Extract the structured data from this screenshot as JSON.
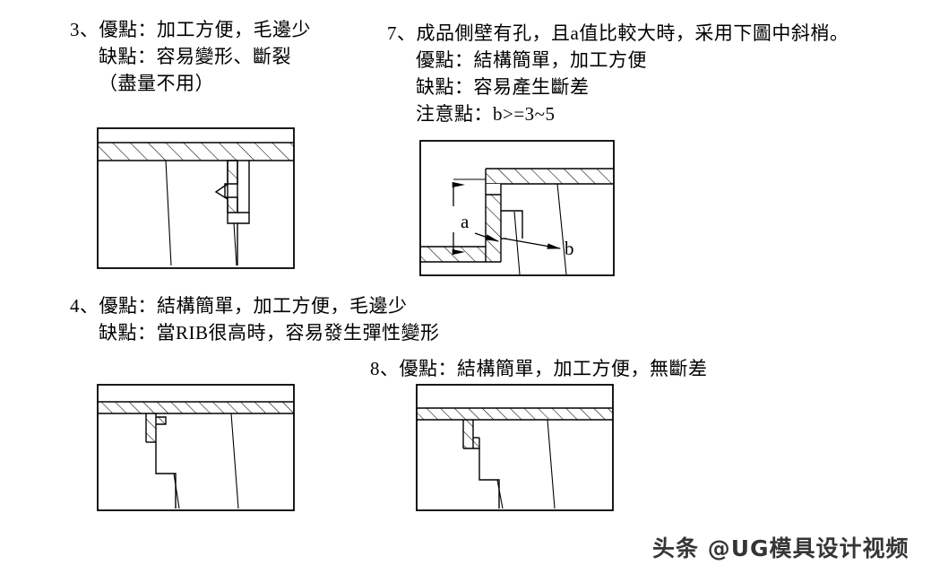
{
  "page": {
    "background_color": "#ffffff",
    "line_color": "#000000"
  },
  "items": [
    {
      "id": "item-3",
      "number": "3、",
      "lines": [
        "3、優點：加工方便，毛邊少",
        "缺點：容易變形、斷裂",
        "（盡量不用）"
      ]
    },
    {
      "id": "item-7",
      "number": "7、",
      "lines": [
        "7、成品側壁有孔，且a值比較大時，采用下圖中斜梢。",
        "優點：結構簡單，加工方便",
        "缺點：容易產生斷差",
        "注意點：b>=3~5"
      ]
    },
    {
      "id": "item-4",
      "number": "4、",
      "lines": [
        "4、優點：結構簡單，加工方便，毛邊少",
        "缺點：當RIB很高時，容易發生彈性變形"
      ]
    },
    {
      "id": "item-8",
      "number": "8、",
      "lines": [
        "8、優點：結構簡單，加工方便，無斷差"
      ]
    }
  ],
  "figures": {
    "fig_1": {
      "caption": "cross-section-rib-undercut-variant-3"
    },
    "fig_2": {
      "caption": "cross-section-angled-lifter-variant-7",
      "dimension_labels": {
        "vertical": "a",
        "diagonal": "b"
      }
    },
    "fig_3": {
      "caption": "cross-section-rib-simple-variant-4"
    },
    "fig_4": {
      "caption": "cross-section-rib-step-variant-8"
    }
  },
  "watermark": {
    "text": "头条 @UG模具设计视频"
  }
}
